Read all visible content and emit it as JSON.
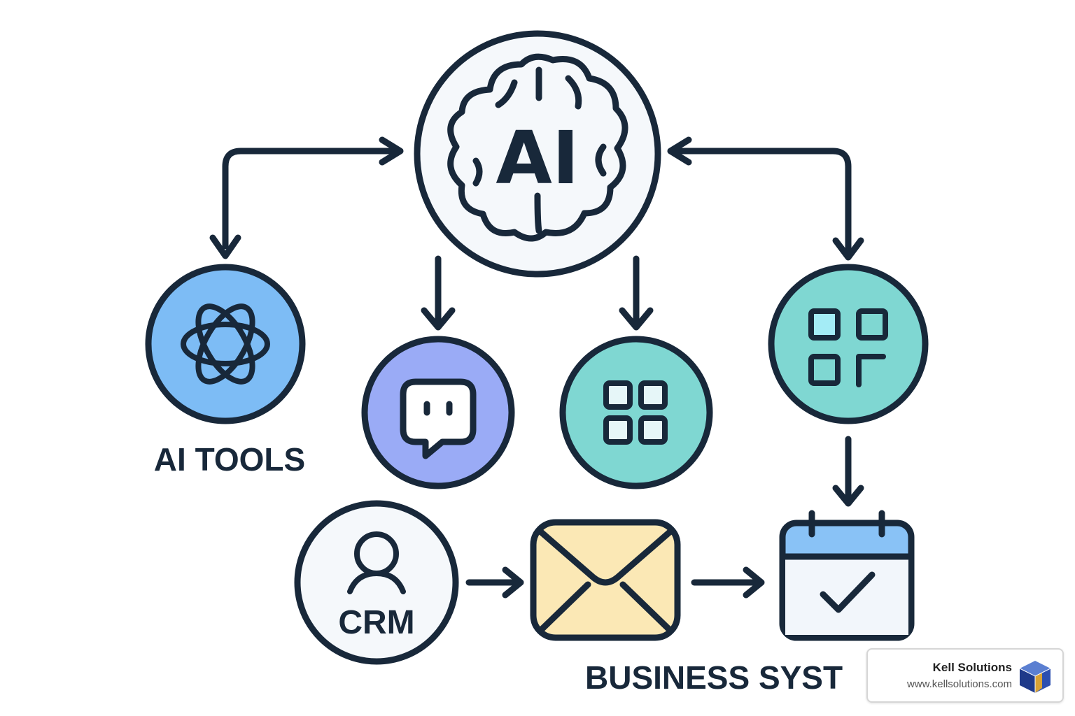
{
  "nodes": {
    "ai_hub": {
      "label": "AI",
      "icon": "brain-icon"
    },
    "ai_tools": {
      "icon": "openai-knot-icon",
      "color": "#7dbcf5"
    },
    "chat": {
      "icon": "chat-bubble-icon",
      "color": "#9aabf6"
    },
    "apps": {
      "icon": "app-grid-icon",
      "color": "#7fd7d2"
    },
    "qr": {
      "icon": "qr-grid-icon",
      "color": "#7fd7d2"
    },
    "crm": {
      "label": "CRM",
      "icon": "person-icon"
    },
    "email": {
      "icon": "envelope-icon",
      "color": "#fbe8b5"
    },
    "calendar": {
      "icon": "calendar-check-icon",
      "color": "#89c2f6"
    }
  },
  "labels": {
    "ai_tools": "AI TOOLS",
    "business_systems": "BUSINESS SYST"
  },
  "colors": {
    "outline": "#18283a",
    "circle_fill_light": "#f5f8fb"
  },
  "badge": {
    "name": "Kell Solutions",
    "url": "www.kellsolutions.com",
    "logo": "cube-logo"
  }
}
